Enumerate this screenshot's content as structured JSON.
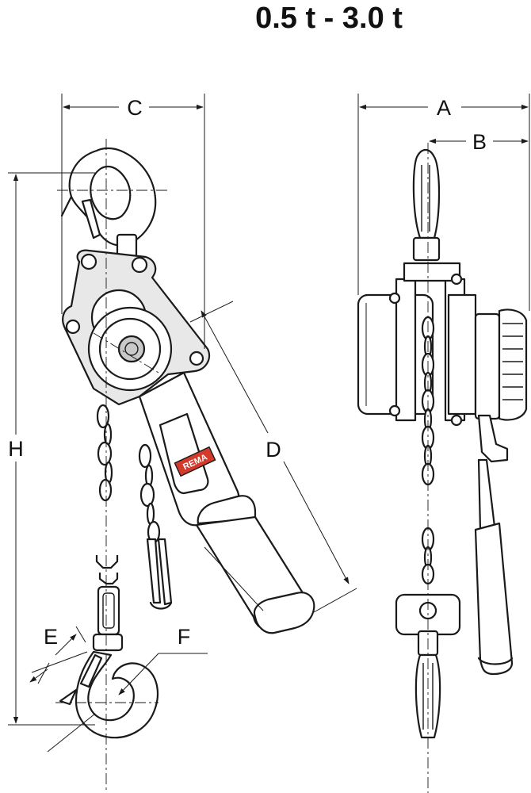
{
  "title": "0.5 t - 3.0 t",
  "brand_badge": "REMA",
  "dimension_labels": {
    "a": "A",
    "b": "B",
    "c": "C",
    "d": "D",
    "e": "E",
    "f": "F",
    "h": "H"
  },
  "colors": {
    "line": "#1a1a1a",
    "badge": "#d33a2c"
  }
}
